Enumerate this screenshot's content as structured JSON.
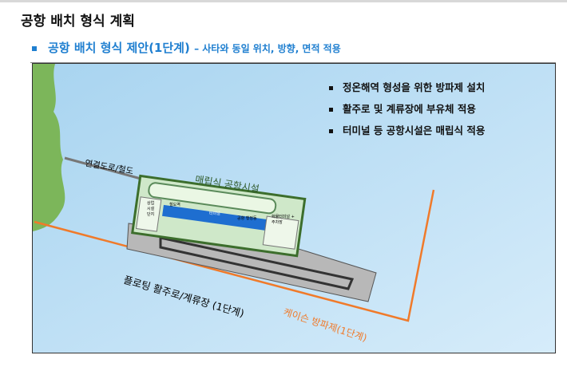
{
  "title": "공항 배치 형식 계획",
  "subtitle": {
    "main": "공항 배치 형식 제안(1단계)",
    "note": "– 사타와 동일 위치, 방향, 면적 적용"
  },
  "bullets": [
    "정온해역 형성을 위한 방파제 설치",
    "활주로 및 계류장에 부유체 적용",
    "터미널 등 공항시설은 매립식 적용"
  ],
  "labels": {
    "road": "연결도로/철도",
    "reclaimed": "매립식 공항시설",
    "floating": "플로팅 활주로/계류장 (1단계)",
    "caisson": "케이슨 방파제(1단계)",
    "commercial": "상업 시설 단지",
    "station": "철도역",
    "terminal": "터미널",
    "admin": "공항 행정동",
    "cargo": "화물터미널 + 주차장"
  },
  "colors": {
    "accent": "#1f7fd0",
    "breakwater": "#f07a2a",
    "sea": "#bfe0f5",
    "land": "#7cb65a"
  }
}
